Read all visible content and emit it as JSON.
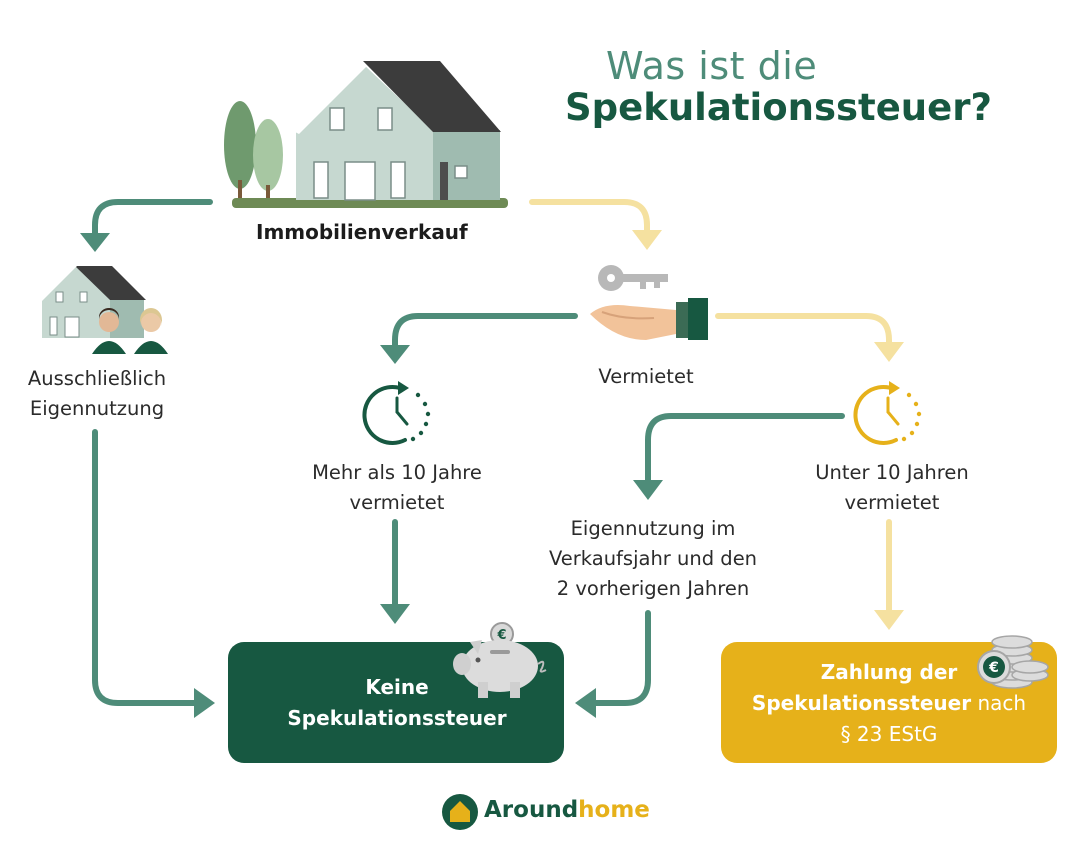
{
  "title": {
    "line1": "Was ist die",
    "line2": "Spekulationssteuer?"
  },
  "nodes": {
    "sale": "Immobilienverkauf",
    "self_use": [
      "Ausschließlich",
      "Eigennutzung"
    ],
    "rented": "Vermietet",
    "more_10": [
      "Mehr als 10 Jahre",
      "vermietet"
    ],
    "under_10": [
      "Unter 10 Jahren",
      "vermietet"
    ],
    "own_use_recent": [
      "Eigennutzung im",
      "Verkaufsjahr und den",
      "2 vorherigen Jahren"
    ]
  },
  "outcomes": {
    "no_tax": [
      "Keine",
      "Spekulationssteuer"
    ],
    "tax": {
      "line1": "Zahlung der",
      "line2_bold": "Spekulationssteuer",
      "line2_rest": " nach",
      "line3": "§ 23 EStG"
    }
  },
  "brand": {
    "name_part1": "Around",
    "name_part2": "home"
  },
  "colors": {
    "dark_green": "#175841",
    "mid_green": "#4e8c79",
    "yellow": "#e6b11a",
    "light_yellow": "#f5e1a0"
  },
  "icons": [
    "house-trees-icon",
    "small-house-people-icon",
    "key-hand-icon",
    "clock-icon",
    "piggy-bank-icon",
    "coins-stack-icon",
    "house-logo-icon"
  ]
}
